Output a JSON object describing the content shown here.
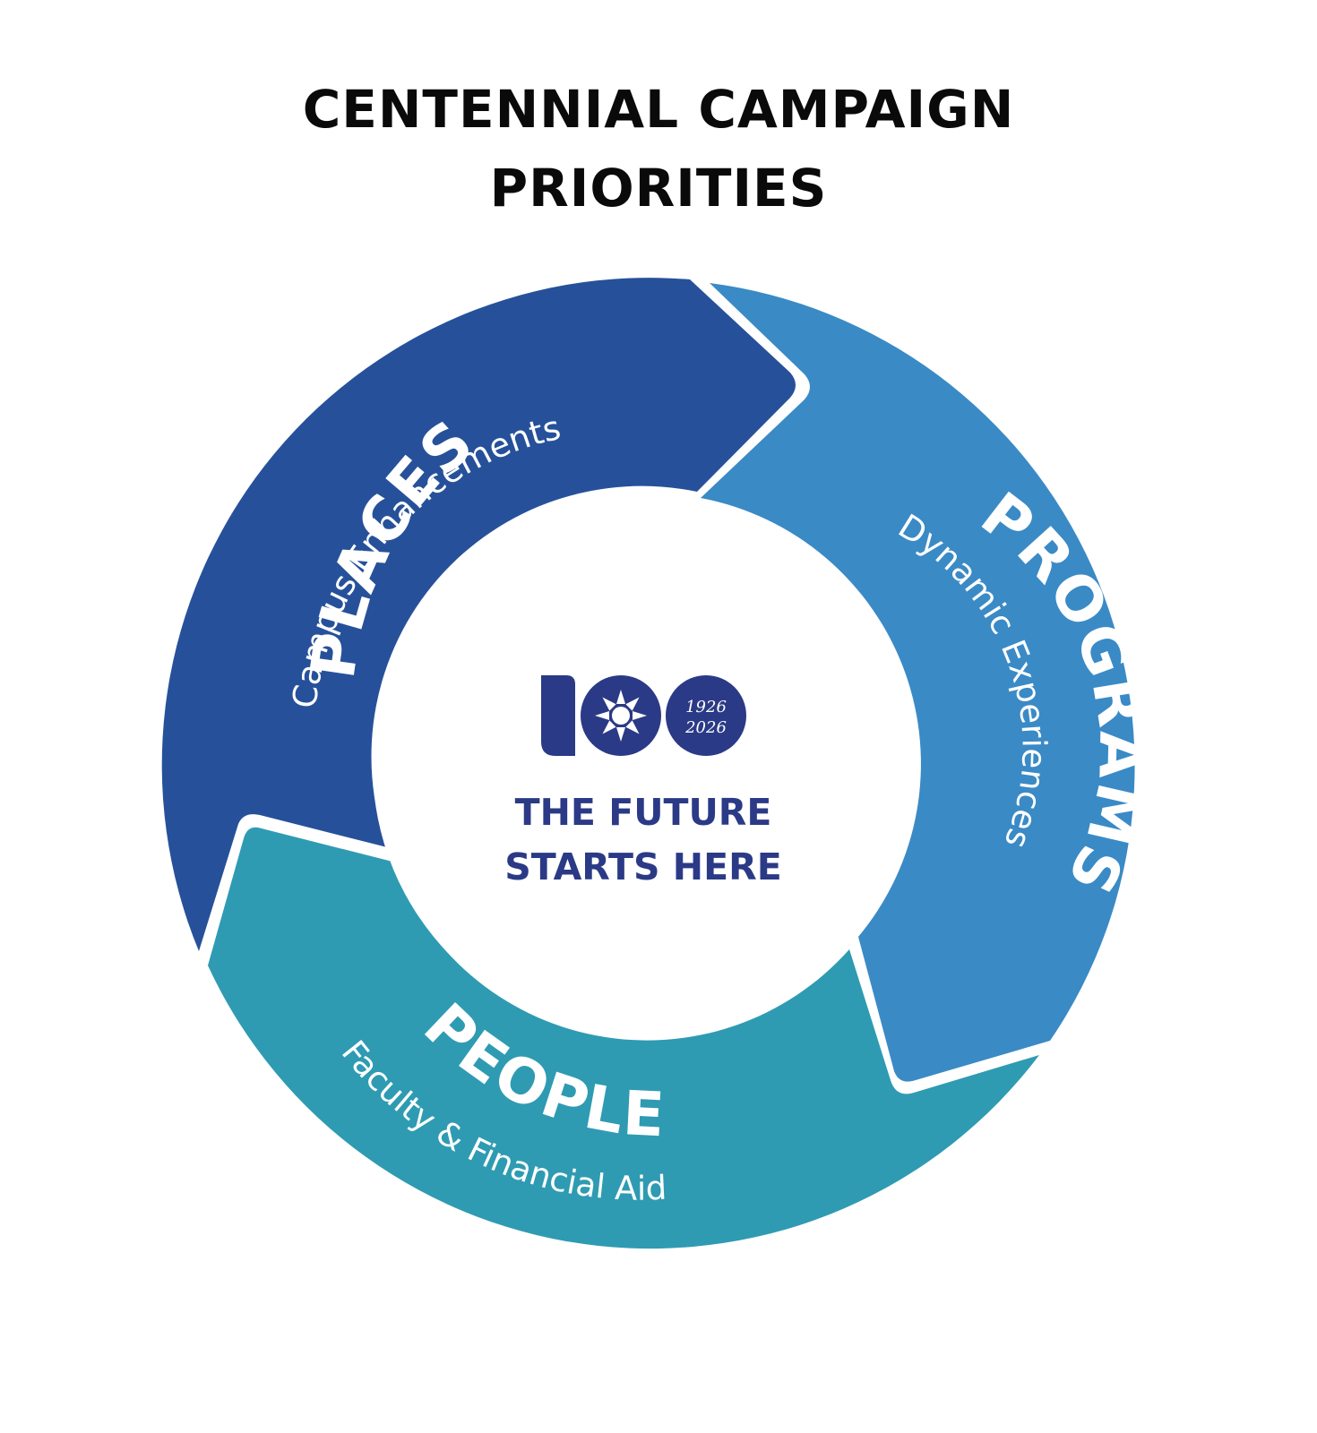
{
  "title": {
    "line1": "CENTENNIAL CAMPAIGN",
    "line2": "PRIORITIES"
  },
  "segments": [
    {
      "id": "places",
      "title": "PLACES",
      "subtitle": "Campus Enhancements",
      "color": "#26519a"
    },
    {
      "id": "programs",
      "title": "PROGRAMS",
      "subtitle": "Dynamic Experiences",
      "color": "#3a8ac6"
    },
    {
      "id": "people",
      "title": "PEOPLE",
      "subtitle": "Faculty & Financial Aid",
      "color": "#2e9bb2"
    }
  ],
  "center": {
    "logo_icon": "centennial-100-sun-icon",
    "years_line1": "1926",
    "years_line2": "2026",
    "tagline_line1": "THE FUTURE",
    "tagline_line2": "STARTS HERE",
    "logo_color": "#2b3a86"
  }
}
